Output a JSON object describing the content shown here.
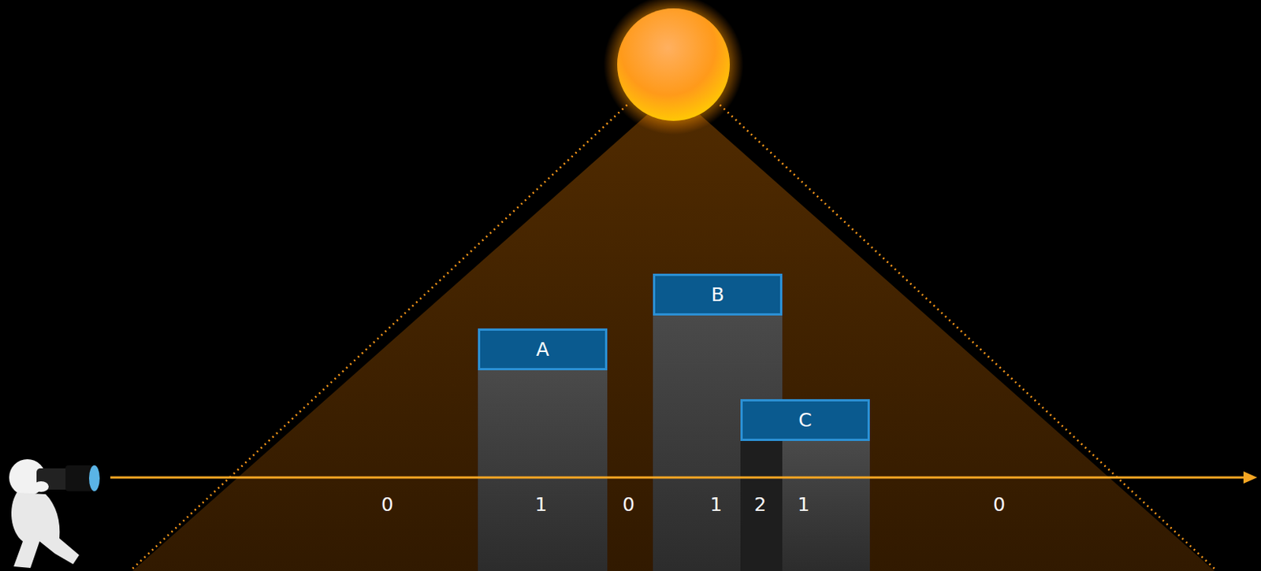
{
  "diagram": {
    "nodes": [
      {
        "text": [
          "A"
        ]
      },
      {
        "text": [
          "B"
        ]
      },
      {
        "text": [
          "C"
        ]
      }
    ],
    "labels": [
      "0",
      "1",
      "0",
      "1",
      "2",
      "1",
      "0"
    ]
  }
}
